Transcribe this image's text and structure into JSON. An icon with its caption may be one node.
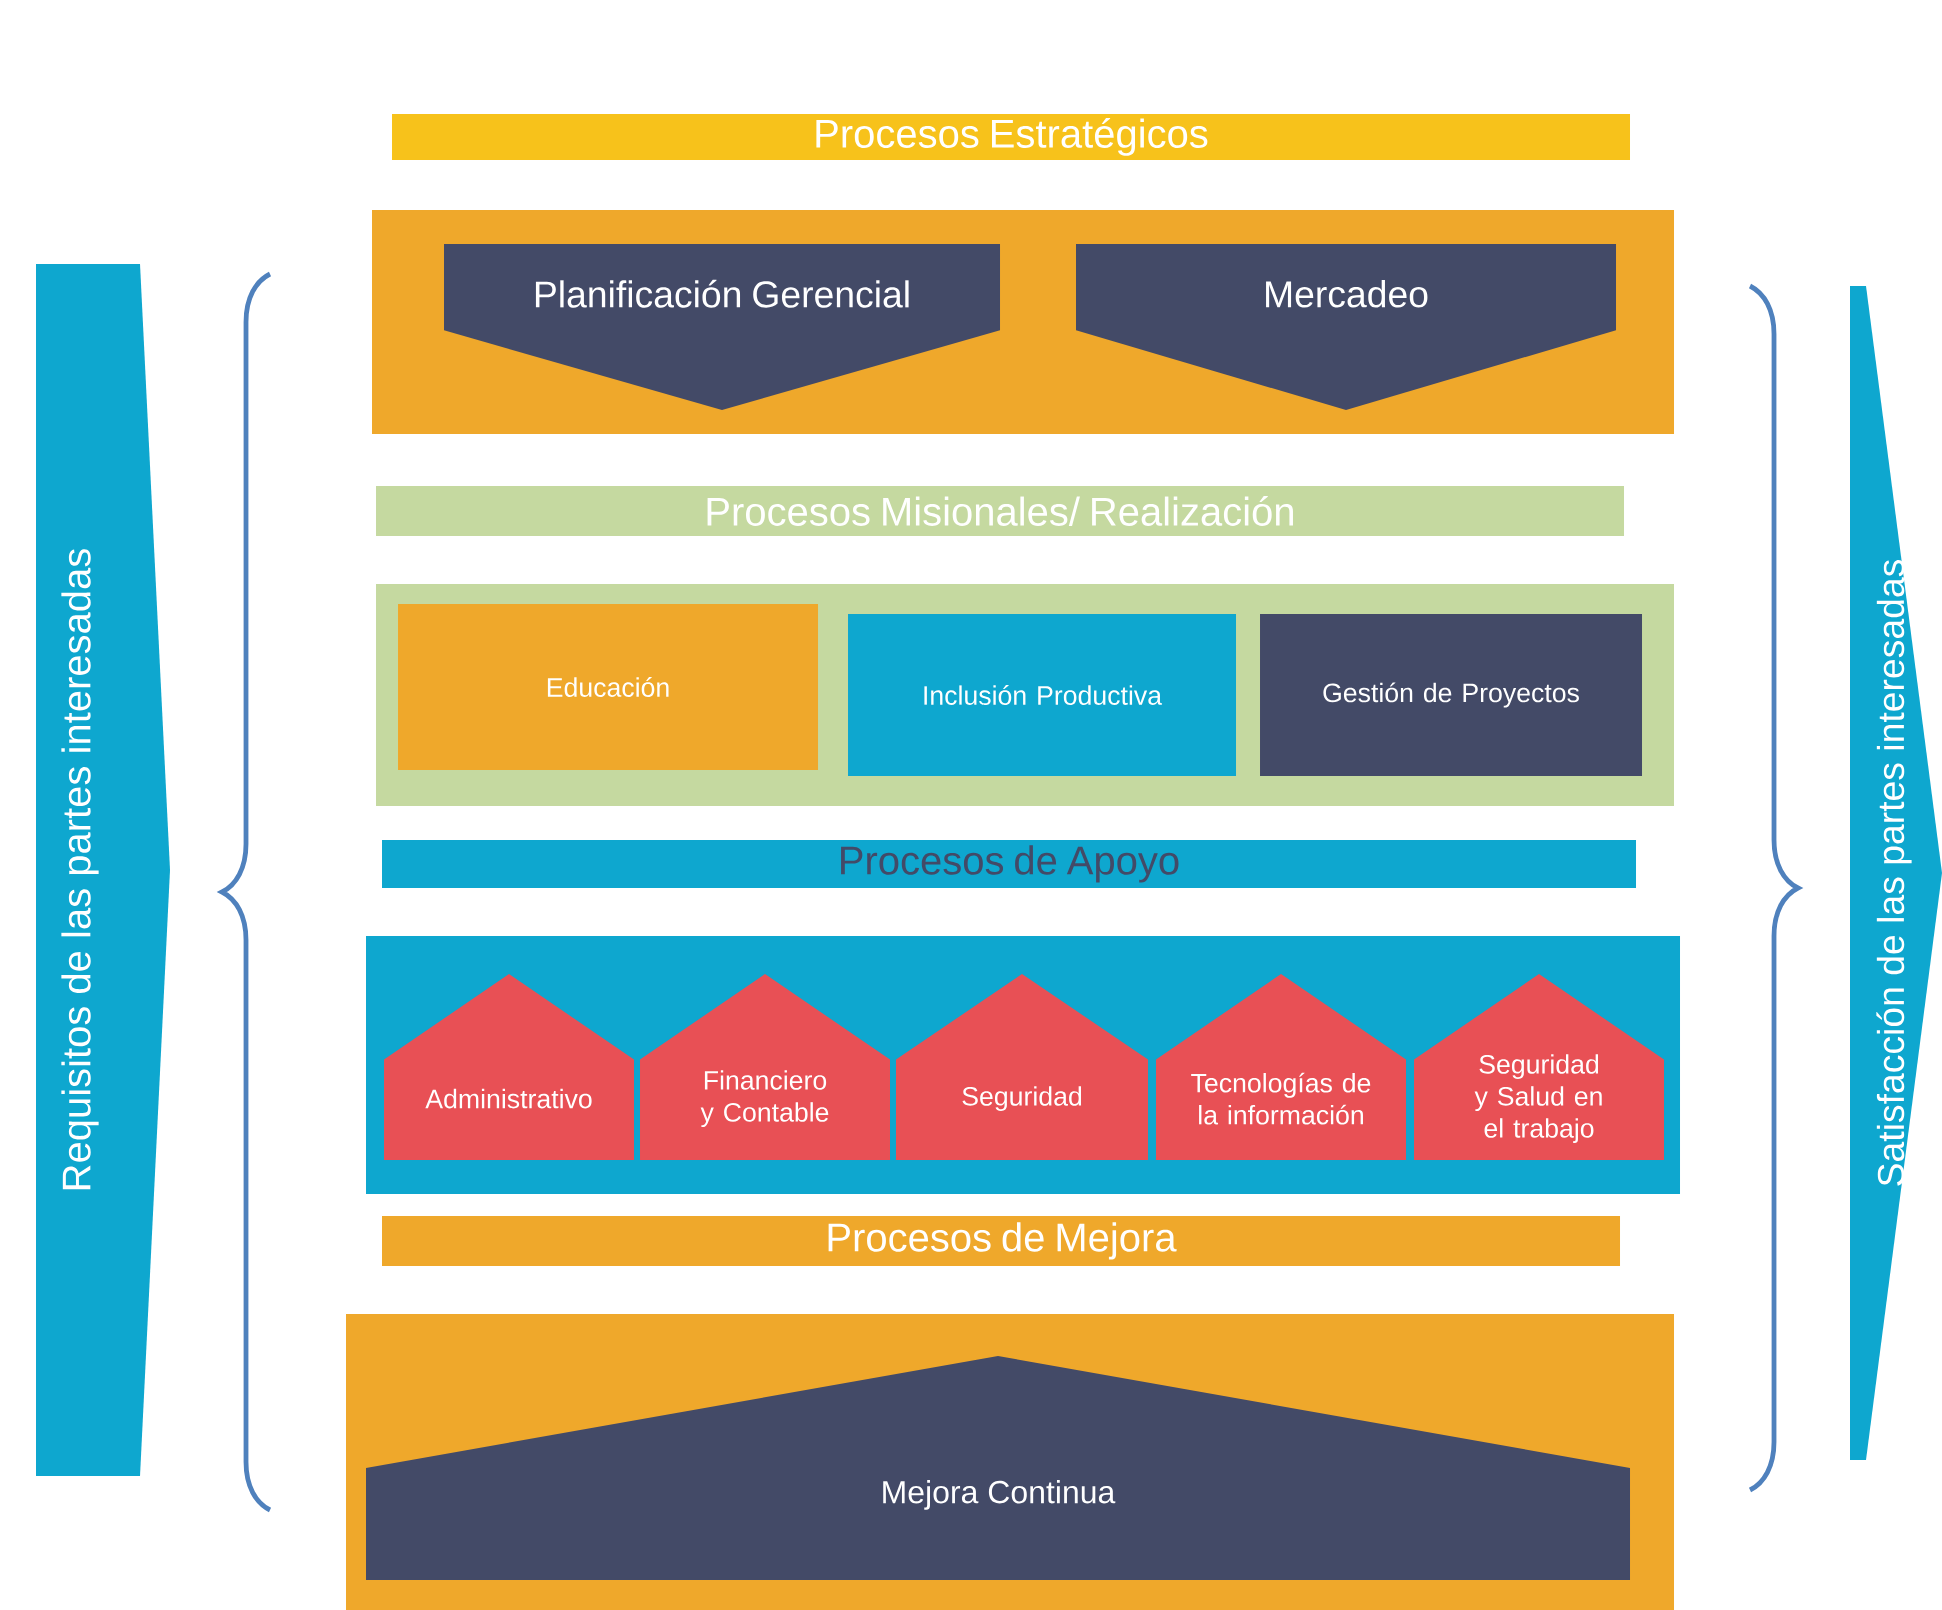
{
  "diagram": {
    "nodes": [
      {
        "text": [
          "Requisitos de las partes interesadas"
        ]
      },
      {
        "text": [
          "Procesos Estratégicos"
        ]
      },
      {
        "text": [],
        "shape": "box"
      },
      {
        "text": [
          "Planificación Gerencial"
        ],
        "in": 2
      },
      {
        "text": [
          "Mercadeo"
        ],
        "in": 2
      },
      {
        "text": [
          "Procesos Misionales/ Realización"
        ]
      },
      {
        "text": [],
        "shape": "box"
      },
      {
        "text": [
          "Educación"
        ],
        "in": 6
      },
      {
        "text": [
          "Inclusión Productiva"
        ],
        "in": 6
      },
      {
        "text": [
          "Gestión de Proyectos"
        ],
        "in": 6
      },
      {
        "text": [
          "Procesos de Apoyo"
        ]
      },
      {
        "text": [],
        "shape": "box"
      },
      {
        "text": [
          "Administrativo"
        ],
        "in": 11
      },
      {
        "text": [
          "Financiero y Contable"
        ],
        "in": 11
      },
      {
        "text": [
          "Seguridad"
        ],
        "in": 11
      },
      {
        "text": [
          "Tecnologías de la información"
        ],
        "in": 11
      },
      {
        "text": [
          "Seguridad y Salud en el trabajo"
        ],
        "in": 11
      },
      {
        "text": [
          "Procesos de Mejora"
        ]
      },
      {
        "text": [],
        "shape": "box"
      },
      {
        "text": [
          "Mejora Continua"
        ],
        "in": 18
      },
      {
        "text": [
          "Satisfacción de las partes interesadas"
        ]
      }
    ]
  }
}
